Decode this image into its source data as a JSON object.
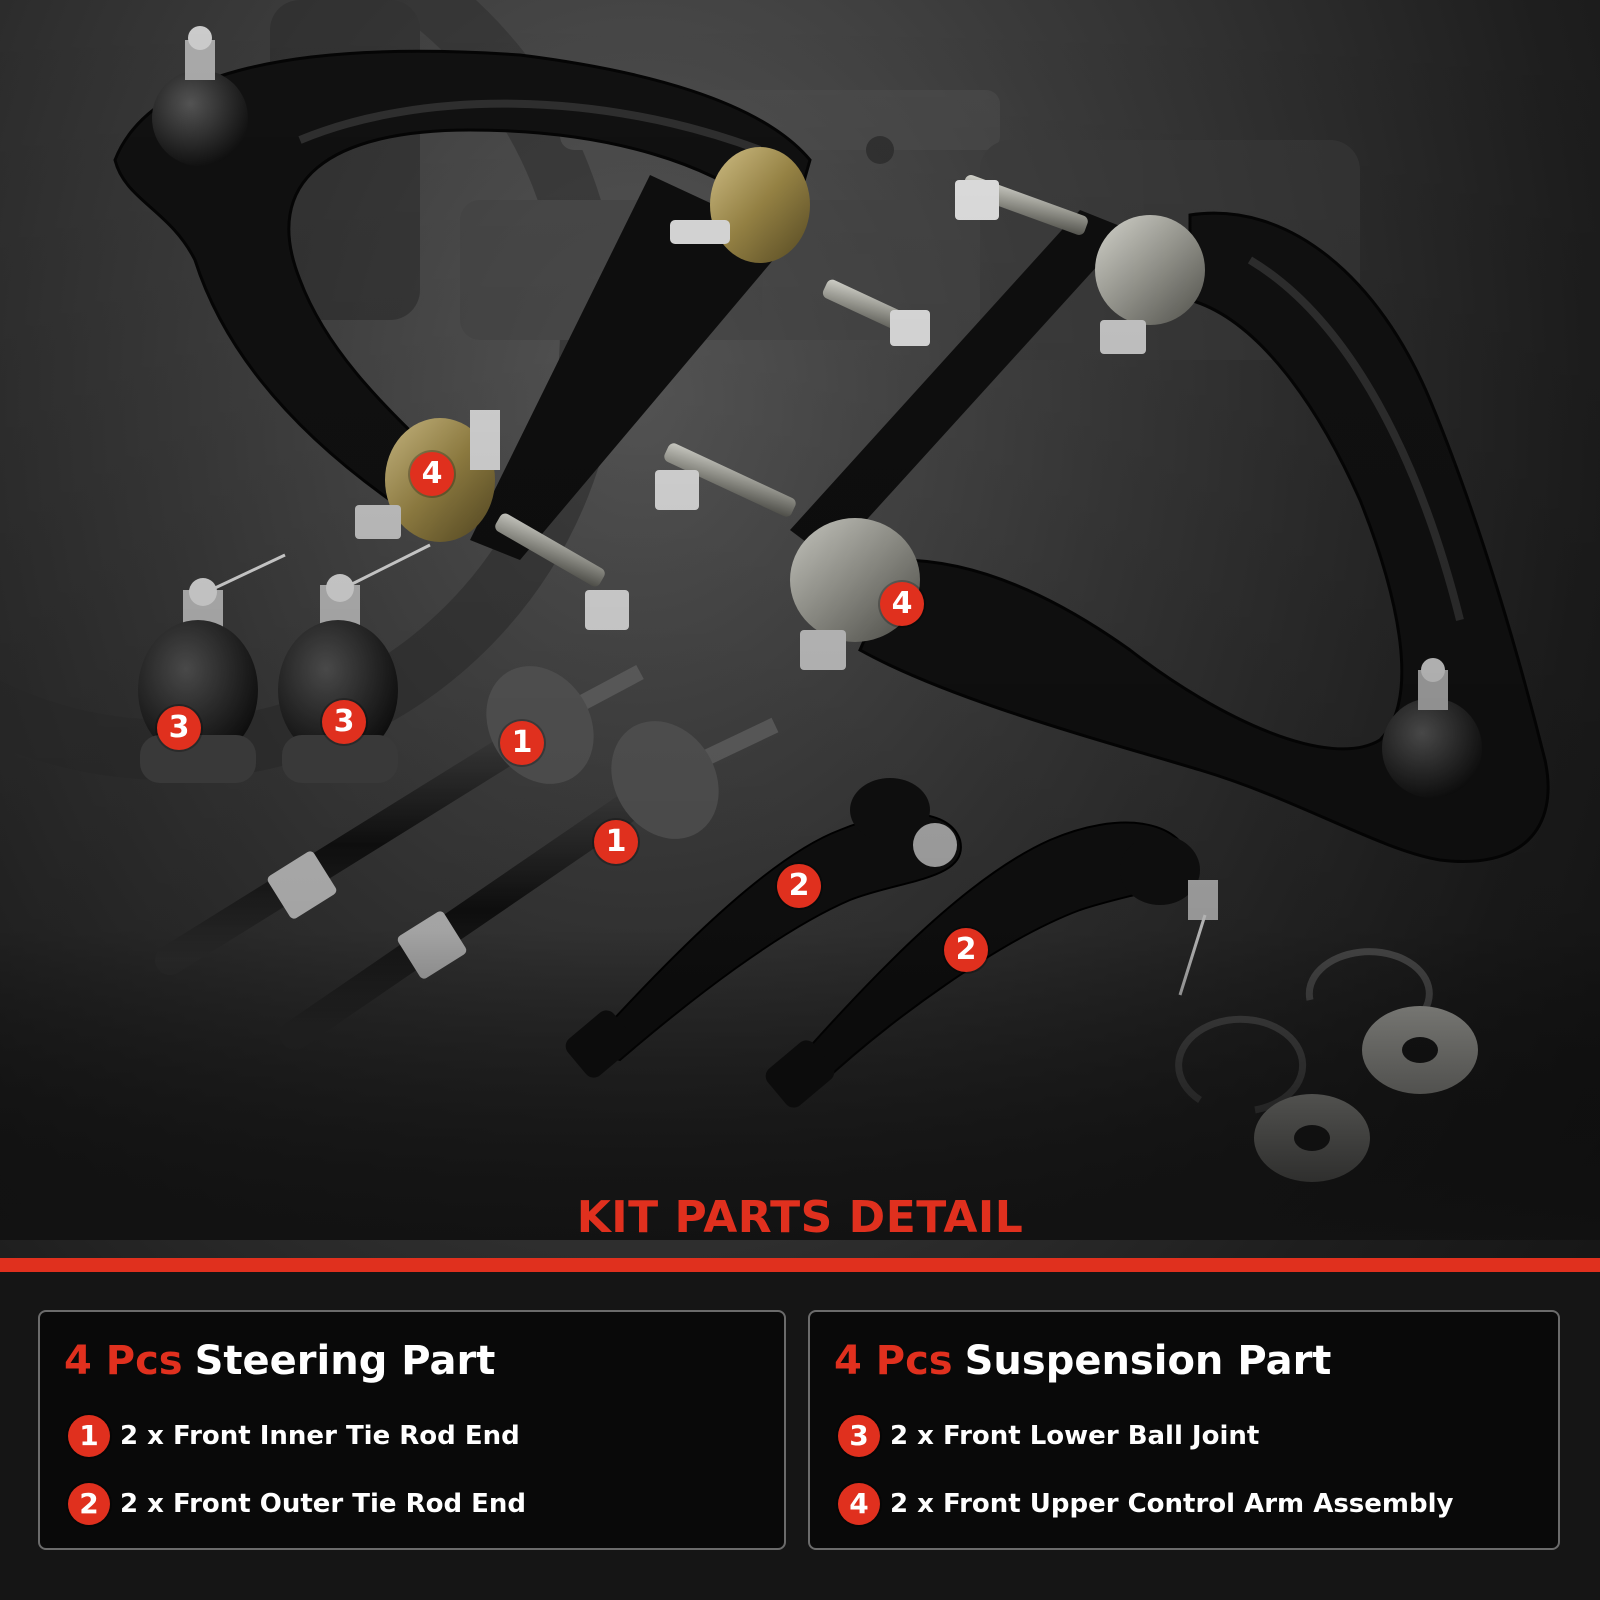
{
  "badges": {
    "b4_top": "4",
    "b4_right": "4",
    "b3_a": "3",
    "b3_b": "3",
    "b1_a": "1",
    "b1_b": "1",
    "b2_a": "2",
    "b2_b": "2"
  },
  "kit_title": "KIT PARTS DETAIL",
  "steering": {
    "qty": "4 Pcs",
    "title": "Steering Part",
    "items": [
      {
        "num": "1",
        "label": "2 x Front Inner Tie Rod End"
      },
      {
        "num": "2",
        "label": "2 x Front Outer Tie Rod End"
      }
    ]
  },
  "suspension": {
    "qty": "4 Pcs",
    "title": "Suspension Part",
    "items": [
      {
        "num": "3",
        "label": "2 x Front Lower Ball Joint"
      },
      {
        "num": "4",
        "label": "2 x Front Upper Control Arm Assembly"
      }
    ]
  },
  "colors": {
    "accent": "#e0301e",
    "panel_bg": "#090909",
    "text": "#ffffff"
  }
}
